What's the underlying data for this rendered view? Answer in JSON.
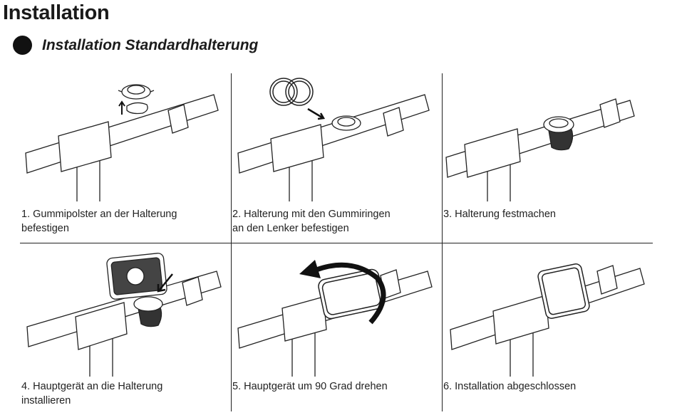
{
  "page": {
    "title": "Installation",
    "section_title": "Installation Standardhalterung"
  },
  "steps": [
    {
      "caption": "1. Gummipolster an der Halterung\nbefestigen"
    },
    {
      "caption": "2. Halterung mit den Gummiringen\nan den Lenker befestigen"
    },
    {
      "caption": "3. Halterung festmachen"
    },
    {
      "caption": "4. Hauptgerät an die Halterung\ninstallieren"
    },
    {
      "caption": "5. Hauptgerät um 90 Grad drehen"
    },
    {
      "caption": "6. Installation abgeschlossen"
    }
  ],
  "icons": [
    "handlebar-illustration",
    "mount-icon",
    "rubber-pad-icon",
    "rubber-rings-icon",
    "arrow-icon",
    "rotate-arrow-icon",
    "device-icon"
  ],
  "colors": {
    "line": "#222222",
    "fill": "#ffffff",
    "dark": "#1a1a1a"
  }
}
